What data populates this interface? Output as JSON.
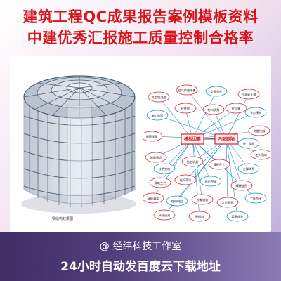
{
  "title": {
    "line1": "建筑工程QC成果报告案例模板资料",
    "line2": "中建优秀汇报施工质量控制合格率"
  },
  "image": {
    "caption": "钢结构效果图"
  },
  "diagram": {
    "center_left": "模板因素",
    "center_right": "内部缺陷",
    "nodes": [
      "对工地测量",
      "空气质量改善",
      "交通条件",
      "气温高于量",
      "砼运输",
      "施工效率",
      "砼性能",
      "材料质量",
      "节点接头",
      "钢筋质量",
      "测量仪器",
      "施工组织",
      "质量意识",
      "工人熟练",
      "技术交底",
      "施工机具",
      "模板尺寸",
      "支撑体系",
      "浇筑工艺",
      "振捣不均",
      "养护不足",
      "模板变形",
      "接缝漏浆",
      "管理制度",
      "检查验收",
      "人员配置",
      "工序衔接",
      "环境因素",
      "原材料",
      "设备维护"
    ],
    "colors": {
      "red": "#e0202a",
      "blue": "#1a8fd8",
      "arrow": "#1a8fd8"
    }
  },
  "footer": {
    "studio": "@ 经纬科技工作室",
    "download": "24小时自动发百度云下载地址"
  }
}
